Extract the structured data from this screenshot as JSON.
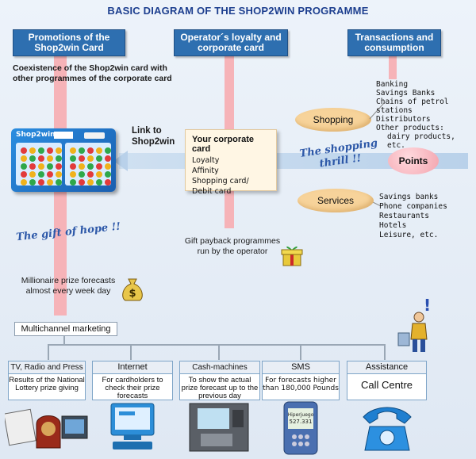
{
  "title": "BASIC DIAGRAM OF THE SHOP2WIN PROGRAMME",
  "headers": {
    "promotions": "Promotions of the Shop2win Card",
    "operator": "Operator´s loyalty and corporate card",
    "transactions": "Transactions and consumption"
  },
  "coexistence": "Coexistence of the Shop2win card with other programmes of the corporate card",
  "card_logo": "Shop2win",
  "link": "Link to Shop2win",
  "corporate": {
    "title": "Your corporate card",
    "items": [
      "Loyalty",
      "Affinity",
      "Shopping card/",
      "Debit card"
    ]
  },
  "shopping_label": "Shopping",
  "shopping_list": [
    "Banking",
    "Savings Banks",
    "Chains of petrol stations",
    "Distributors",
    "Other products:",
    "dairy products, etc."
  ],
  "shopping_thrill": "The shopping thrill !!",
  "points": "Points",
  "services_label": "Services",
  "services_list": [
    "Savings banks",
    "Phone companies",
    "Restaurants",
    "Hotels",
    "Leisure, etc."
  ],
  "gift_of_hope": "The gift of hope !!",
  "gift_payback": "Gift payback programmes run by the operator",
  "millionaire": "Millionaire prize forecasts almost every week day",
  "multichannel": "Multichannel marketing",
  "channels": [
    {
      "head": "TV, Radio and Press",
      "body": "Results of the National Lottery prize giving"
    },
    {
      "head": "Internet",
      "body": "For cardholders to check their prize forecasts"
    },
    {
      "head": "Cash-machines",
      "body": "To show the actual prize forecast up to the previous day"
    },
    {
      "head": "SMS",
      "body": "For forecasts higher than 180,000 Pounds"
    },
    {
      "head": "Assistance",
      "body": "Call Centre"
    }
  ],
  "colors": {
    "header_blue": "#2e6fb0",
    "title_blue": "#1d3f8f",
    "pink_bar": "#f6b3b8",
    "oval": "#f7d39a"
  },
  "icons": [
    "shop2win-card-icon",
    "gift-box-icon",
    "money-bag-icon",
    "shopper-icon",
    "tv-radio-press-icon",
    "computer-icon",
    "cash-machine-icon",
    "mobile-phone-icon",
    "telephone-icon"
  ]
}
